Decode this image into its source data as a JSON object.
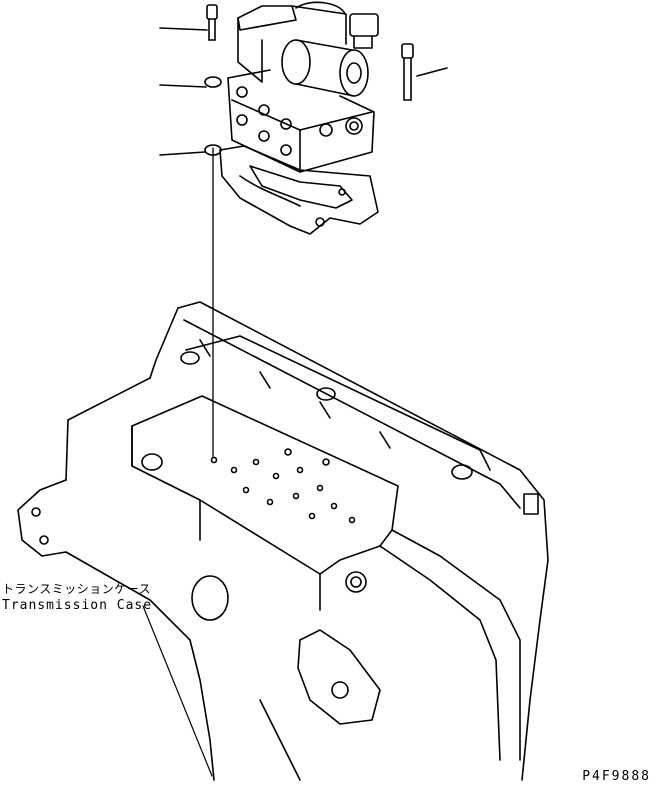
{
  "labels": {
    "jp": "トランスミッションケース",
    "en": "Transmission Case"
  },
  "figure_code": "P4F9888"
}
